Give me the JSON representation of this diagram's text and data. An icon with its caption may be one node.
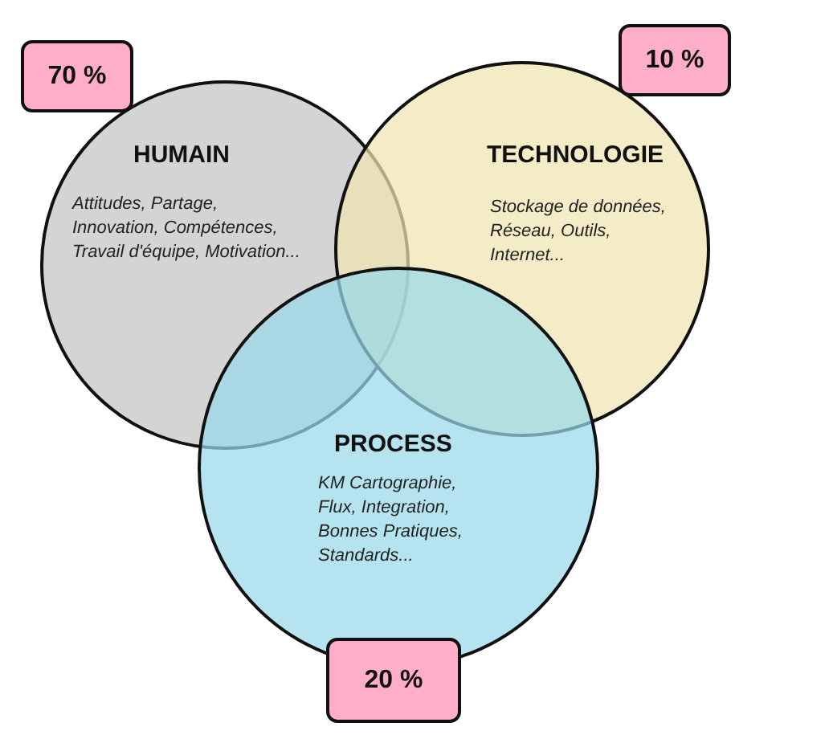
{
  "diagram": {
    "nodes": [
      {
        "text": [
          "70 %"
        ]
      },
      {
        "text": [
          "10 %"
        ]
      },
      {
        "text": [
          "HUMAIN",
          "Attitudes, Partage, Innovation, Compétences, Travail d'équipe, Motivation..."
        ]
      },
      {
        "text": [
          "TECHNOLOGIE",
          "Stockage de données, Réseau, Outils, Internet..."
        ]
      },
      {
        "text": [
          "PROCESS",
          "KM Cartographie, Flux, Integration, Bonnes Pratiques, Standards..."
        ]
      },
      {
        "text": [
          "20 %"
        ]
      }
    ]
  }
}
